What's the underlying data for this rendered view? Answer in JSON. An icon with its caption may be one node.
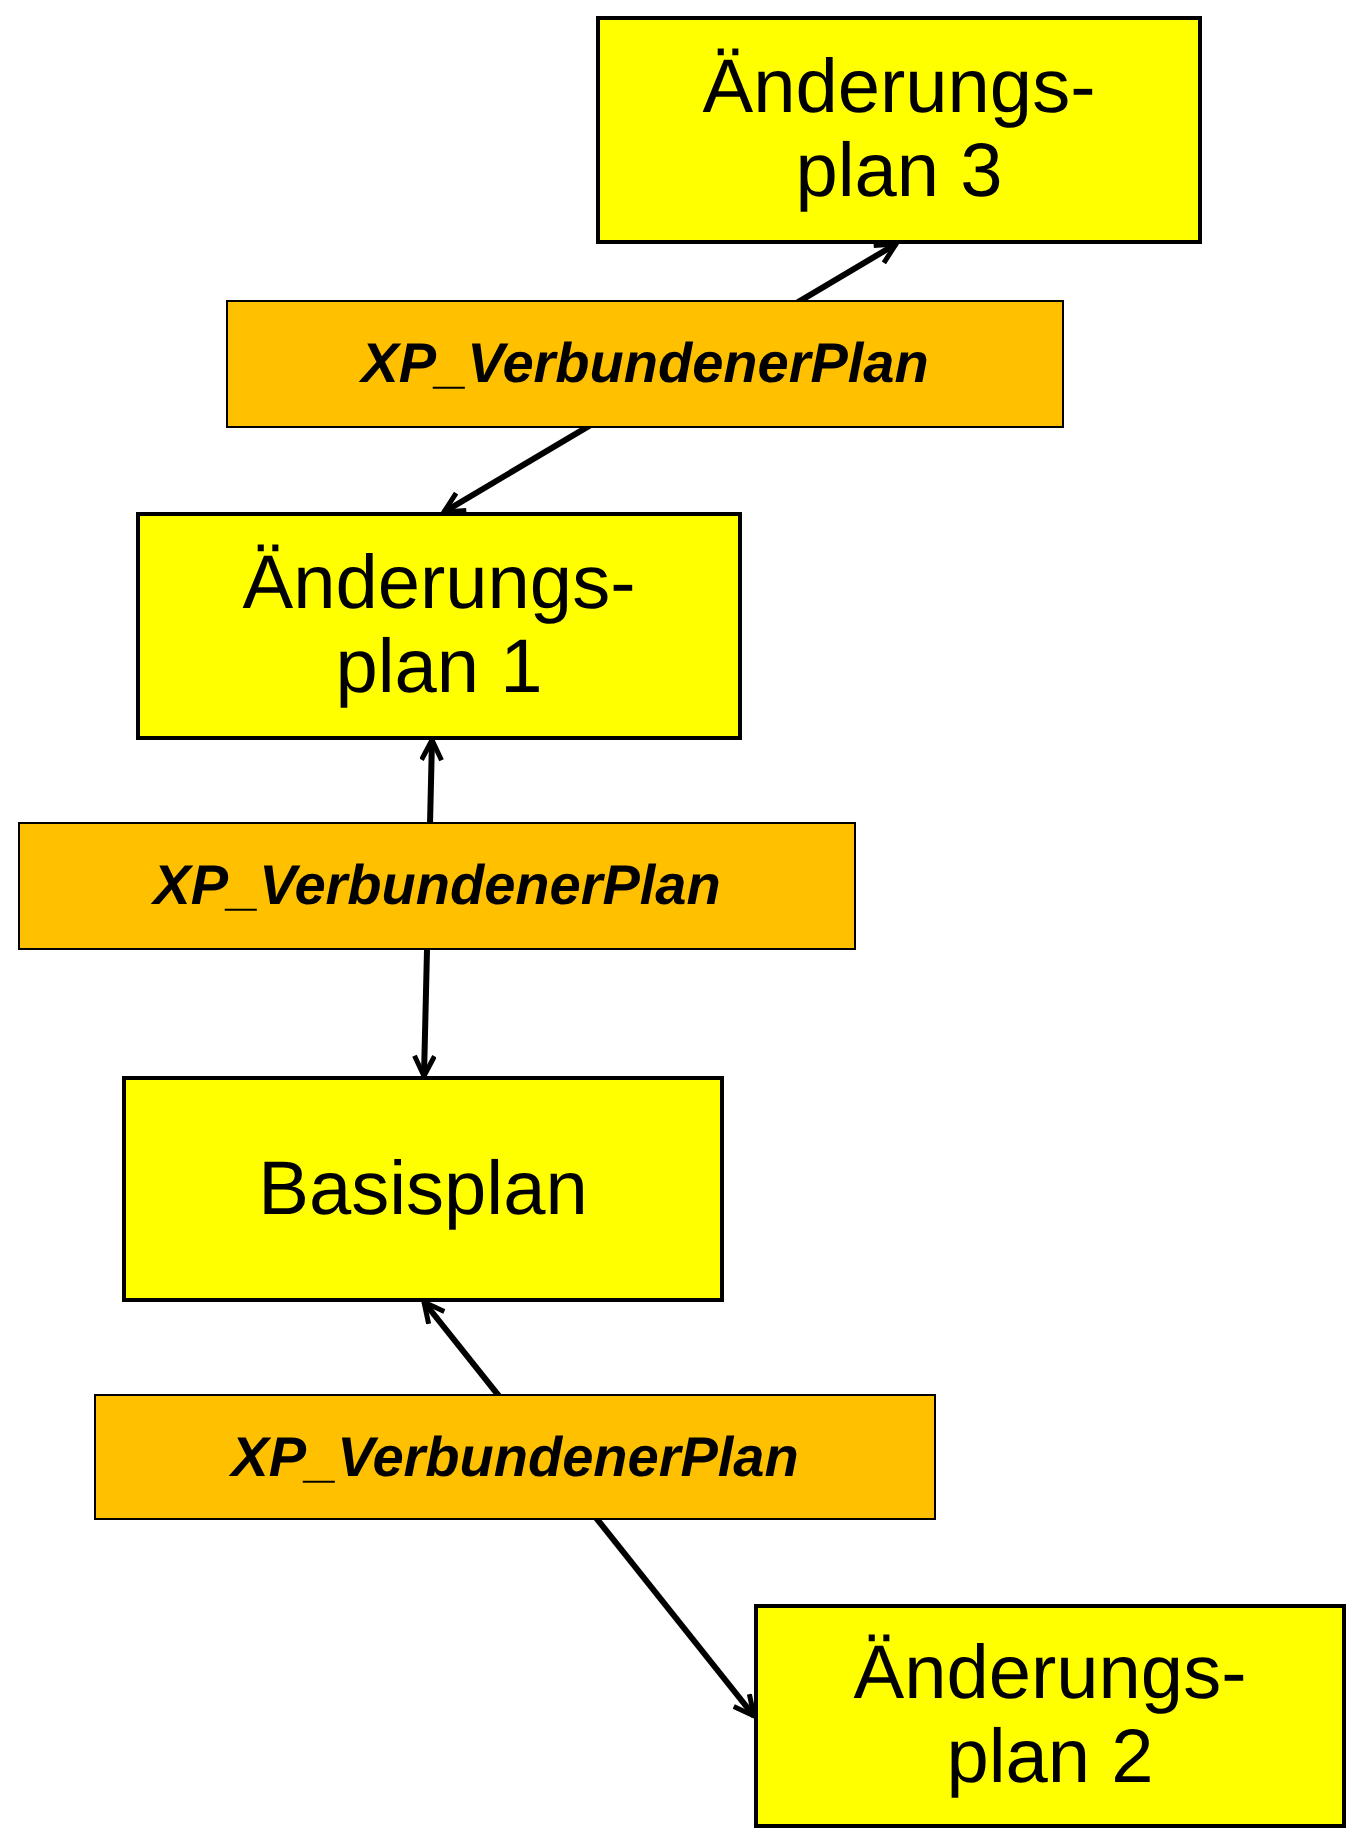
{
  "diagram": {
    "nodes": [
      {
        "text": [
          "Änderungs- plan 3"
        ]
      },
      {
        "text": [
          "Änderungs- plan 1"
        ]
      },
      {
        "text": [
          "Basisplan"
        ]
      },
      {
        "text": [
          "Änderungs- plan 2"
        ]
      }
    ],
    "edges": [
      {
        "from": 1,
        "to": 0,
        "arrow": "both",
        "label": "XP_VerbundenerPlan"
      },
      {
        "from": 1,
        "to": 2,
        "arrow": "both",
        "label": "XP_VerbundenerPlan"
      },
      {
        "from": 2,
        "to": 3,
        "arrow": "both",
        "label": "XP_VerbundenerPlan"
      }
    ]
  }
}
